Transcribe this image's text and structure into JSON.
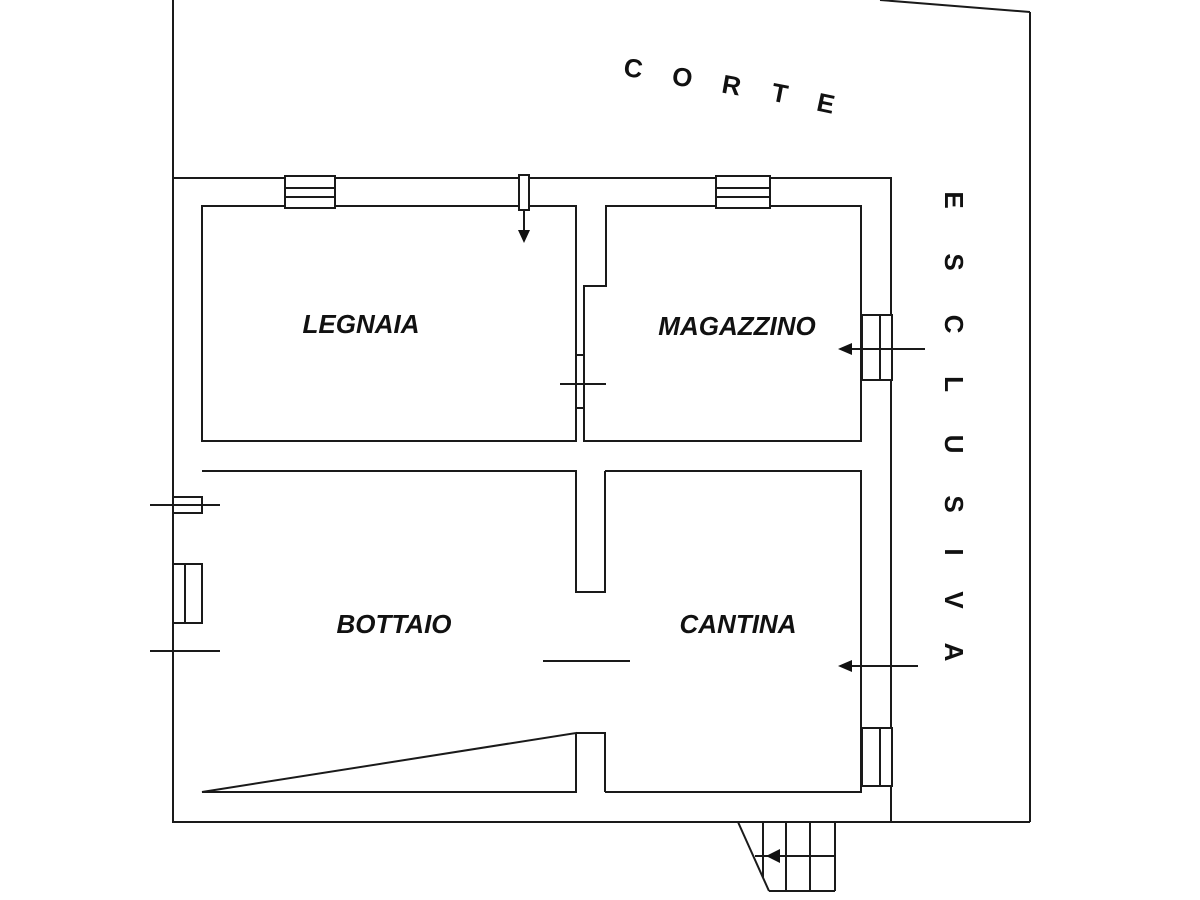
{
  "plan": {
    "rooms": [
      {
        "name": "LEGNAIA"
      },
      {
        "name": "MAGAZZINO"
      },
      {
        "name": "BOTTAIO"
      },
      {
        "name": "CANTINA"
      }
    ],
    "corte_letters": [
      "C",
      "O",
      "R",
      "T",
      "E"
    ],
    "esclusiva_letters": [
      "E",
      "S",
      "C",
      "L",
      "U",
      "S",
      "I",
      "V",
      "A"
    ],
    "colors": {
      "line": "#1a1a1a",
      "background": "#ffffff"
    }
  }
}
